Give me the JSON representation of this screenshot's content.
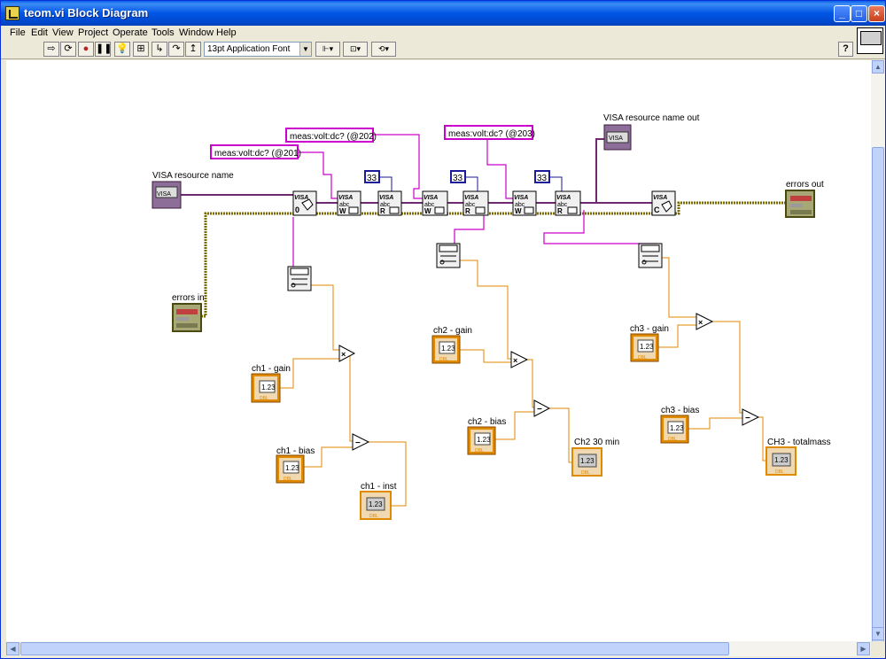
{
  "window": {
    "title": "teom.vi Block Diagram",
    "minimize": "_",
    "maximize": "□",
    "close": "×"
  },
  "menu": [
    "File",
    "Edit",
    "View",
    "Project",
    "Operate",
    "Tools",
    "Window",
    "Help"
  ],
  "toolbar": {
    "font": "13pt Application Font",
    "help": "?"
  },
  "diagram": {
    "constants": {
      "cmd_201": "meas:volt:dc?  (@201)",
      "cmd_202": "meas:volt:dc?  (@202)",
      "cmd_203": "meas:volt:dc?  (@203)",
      "byte_count": "33"
    },
    "labels": {
      "visa_in": "VISA resource name",
      "visa_out": "VISA resource name out",
      "errors_in": "errors in",
      "errors_out": "errors out",
      "ch1_gain": "ch1 - gain",
      "ch1_bias": "ch1 - bias",
      "ch1_inst": "ch1 - inst",
      "ch2_gain": "ch2 - gain",
      "ch2_bias": "ch2 - bias",
      "ch2_30min": "Ch2 30 min",
      "ch3_gain": "ch3 - gain",
      "ch3_bias": "ch3 - bias",
      "ch3_total": "CH3 - totalmass"
    },
    "node_text": {
      "visa": "VISA",
      "numeric": "1.23",
      "dbl": "DBL",
      "write": "W",
      "read": "R",
      "close": "C",
      "abc": "abc",
      "open": "0",
      "multiply": "×",
      "subtract": "−"
    },
    "colors": {
      "string_wire": "#cc00cc",
      "visa_wire": "#6e2a6e",
      "error_wire": "#7a6a00",
      "numeric_wire": "#e08a00",
      "int_wire": "#1a1a9a"
    }
  }
}
